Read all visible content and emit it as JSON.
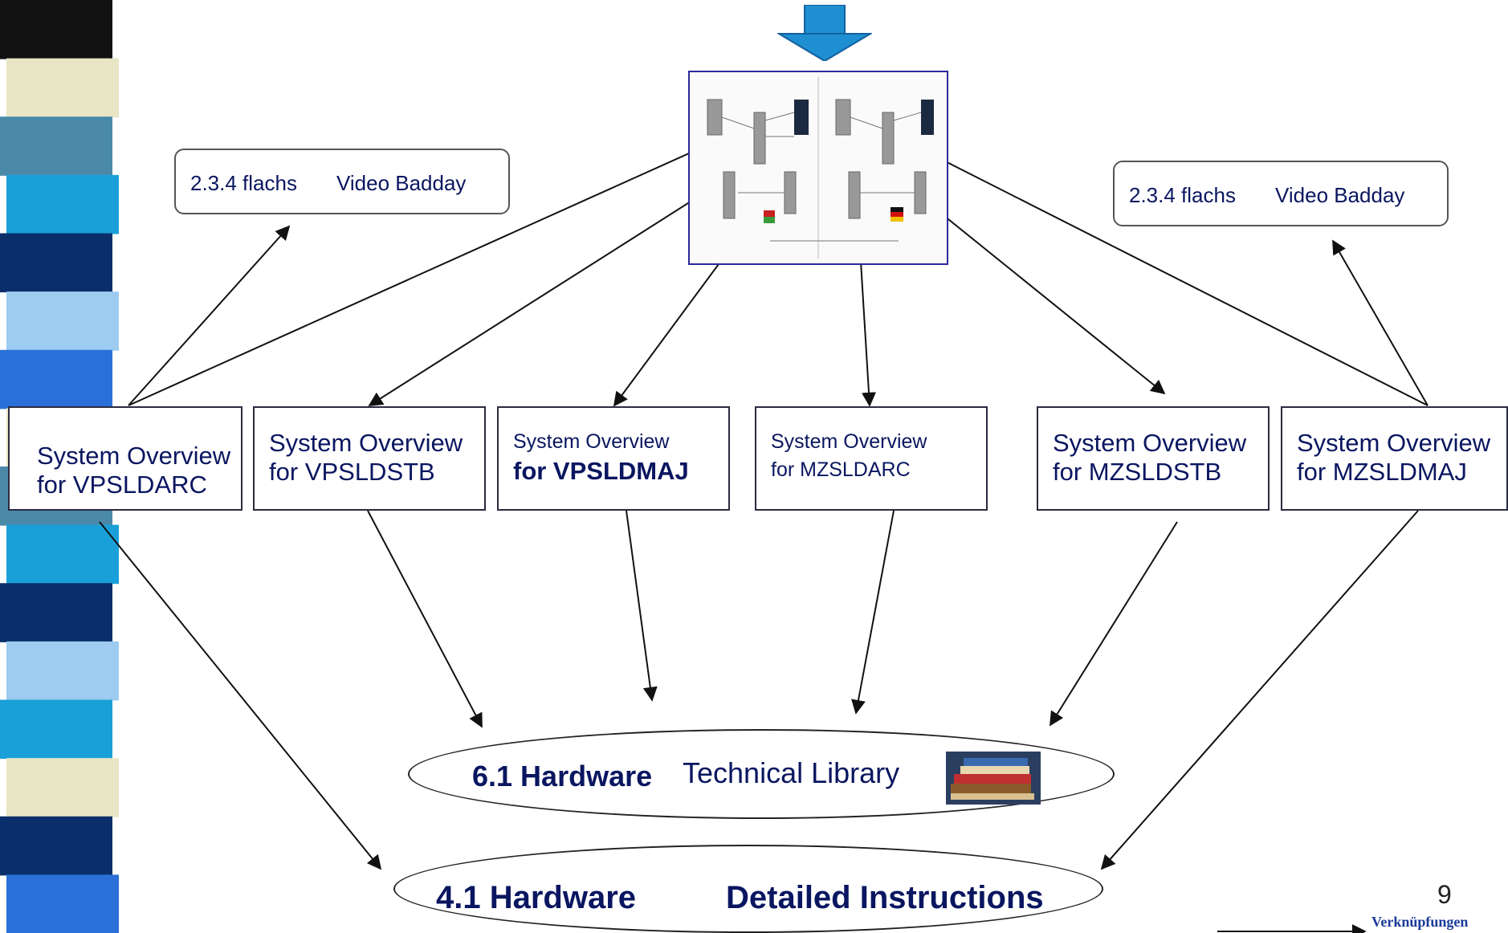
{
  "boxes": [
    {
      "id": "vpsldarc",
      "line1": "System Overview",
      "line2": "for VPSLDARC"
    },
    {
      "id": "vpsldstb",
      "line1": "System Overview",
      "line2": "for VPSLDSTB"
    },
    {
      "id": "vpsldmaj",
      "line1": "System Overview",
      "line2": "for VPSLDMAJ"
    },
    {
      "id": "mzsldarc",
      "line1": "System Overview",
      "line2": "for MZSLDARC"
    },
    {
      "id": "mzsldstb",
      "line1": "System Overview",
      "line2": "for MZSLDSTB"
    },
    {
      "id": "mzsldmaj",
      "line1": "System Overview",
      "line2": "for MZSLDMAJ"
    }
  ],
  "notes": [
    {
      "chapter": "2.3.4 flachs",
      "title": "Video Badday"
    },
    {
      "chapter": "2.3.4 flachs",
      "title": "Video Badday"
    }
  ],
  "ellipse_library": {
    "number": "6.1 Hardware",
    "title": "Technical Library"
  },
  "ellipse_instructions": {
    "number": "4.1 Hardware",
    "title": "Detailed Instructions"
  },
  "page_number": "9",
  "links_label": "Verknüpfungen",
  "colors": {
    "box_text": "#0a1660",
    "arrow_blue": "#1e8fd0",
    "stripe": [
      "#111111",
      "#e8e6c4",
      "#4a8aa8",
      "#1aa0d8",
      "#0a2e6a",
      "#9ecbf0",
      "#2a70d8",
      "#e8e6c4",
      "#4a8aa8",
      "#1aa0d8",
      "#0a2e6a",
      "#9ecbf0",
      "#1aa0d8",
      "#e8e6c4",
      "#0a2e6a",
      "#2a70d8"
    ]
  }
}
